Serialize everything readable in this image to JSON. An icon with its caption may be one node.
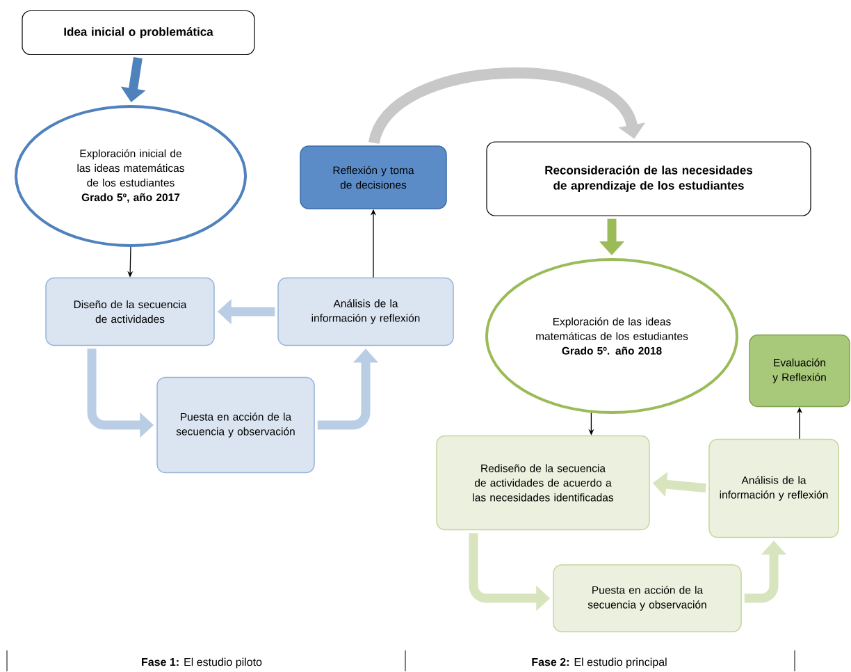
{
  "diagram": {
    "nodes": [
      {
        "text": [
          "Idea inicial o problemática"
        ]
      },
      {
        "text": [
          "Exploración inicial de las ideas matemáticas de los estudiantes",
          "Grado 5º, año 2017"
        ]
      },
      {
        "text": [
          "Reflexión y toma de decisiones"
        ]
      },
      {
        "text": [
          "Diseño de la secuencia de actividades"
        ]
      },
      {
        "text": [
          "Análisis de la información y reflexión"
        ]
      },
      {
        "text": [
          "Puesta en acción de la secuencia y observación"
        ]
      },
      {
        "text": [
          "Reconsideración de las necesidades de aprendizaje de los estudiantes"
        ]
      },
      {
        "text": [
          "Exploración de las ideas matemáticas de los estudiantes",
          "Grado 5º. año 2018"
        ]
      },
      {
        "text": [
          "Evaluación y Reflexión"
        ]
      },
      {
        "text": [
          "Rediseño de la secuencia de actividades de acuerdo a las necesidades identificadas"
        ]
      },
      {
        "text": [
          "Análisis de la información y reflexión"
        ]
      },
      {
        "text": [
          "Puesta en acción de la secuencia y observación"
        ]
      }
    ],
    "edges": [
      {
        "from": 0,
        "to": 1,
        "arrow": "to",
        "color": "#4f81bd"
      },
      {
        "from": 1,
        "to": 3,
        "arrow": "to",
        "color": "#000000"
      },
      {
        "from": 4,
        "to": 2,
        "arrow": "to",
        "color": "#000000"
      },
      {
        "from": 4,
        "to": 3,
        "arrow": "to",
        "color": "#b9cde5"
      },
      {
        "from": 3,
        "to": 5,
        "arrow": "to",
        "color": "#b9cde5"
      },
      {
        "from": 5,
        "to": 4,
        "arrow": "to",
        "color": "#b9cde5"
      },
      {
        "from": 2,
        "to": 6,
        "arrow": "to",
        "color": "#c8c8c8"
      },
      {
        "from": 6,
        "to": 7,
        "arrow": "to",
        "color": "#9bbb59"
      },
      {
        "from": 7,
        "to": 9,
        "arrow": "to",
        "color": "#000000"
      },
      {
        "from": 10,
        "to": 8,
        "arrow": "to",
        "color": "#000000"
      },
      {
        "from": 10,
        "to": 9,
        "arrow": "to",
        "color": "#d7e4bd"
      },
      {
        "from": 9,
        "to": 11,
        "arrow": "to",
        "color": "#d7e4bd"
      },
      {
        "from": 11,
        "to": 10,
        "arrow": "to",
        "color": "#d7e4bd"
      }
    ],
    "labels": [
      "**Fase 1:** El estudio piloto",
      "**Fase 2:** El estudio principal"
    ]
  }
}
